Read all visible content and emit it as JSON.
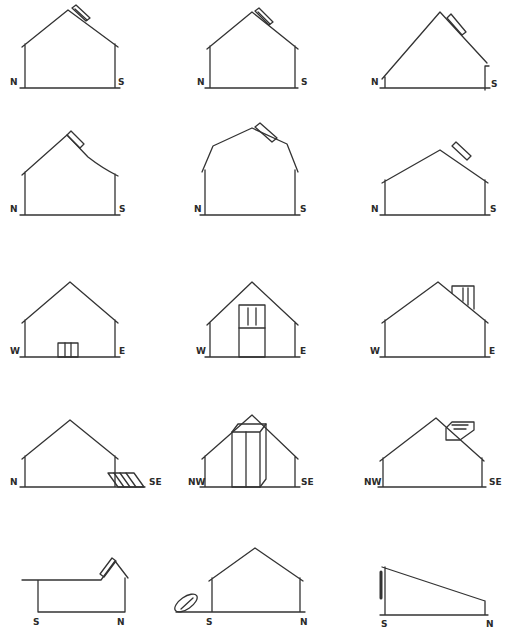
{
  "diagram": {
    "labels": [
      "N",
      "S",
      "N",
      "S",
      "N",
      "S",
      "N",
      "S",
      "N",
      "S",
      "N",
      "S",
      "W",
      "E",
      "W",
      "E",
      "W",
      "E",
      "N",
      "SE",
      "NW",
      "SE",
      "NW",
      "SE",
      "S",
      "N",
      "S",
      "N",
      "S",
      "N"
    ]
  }
}
